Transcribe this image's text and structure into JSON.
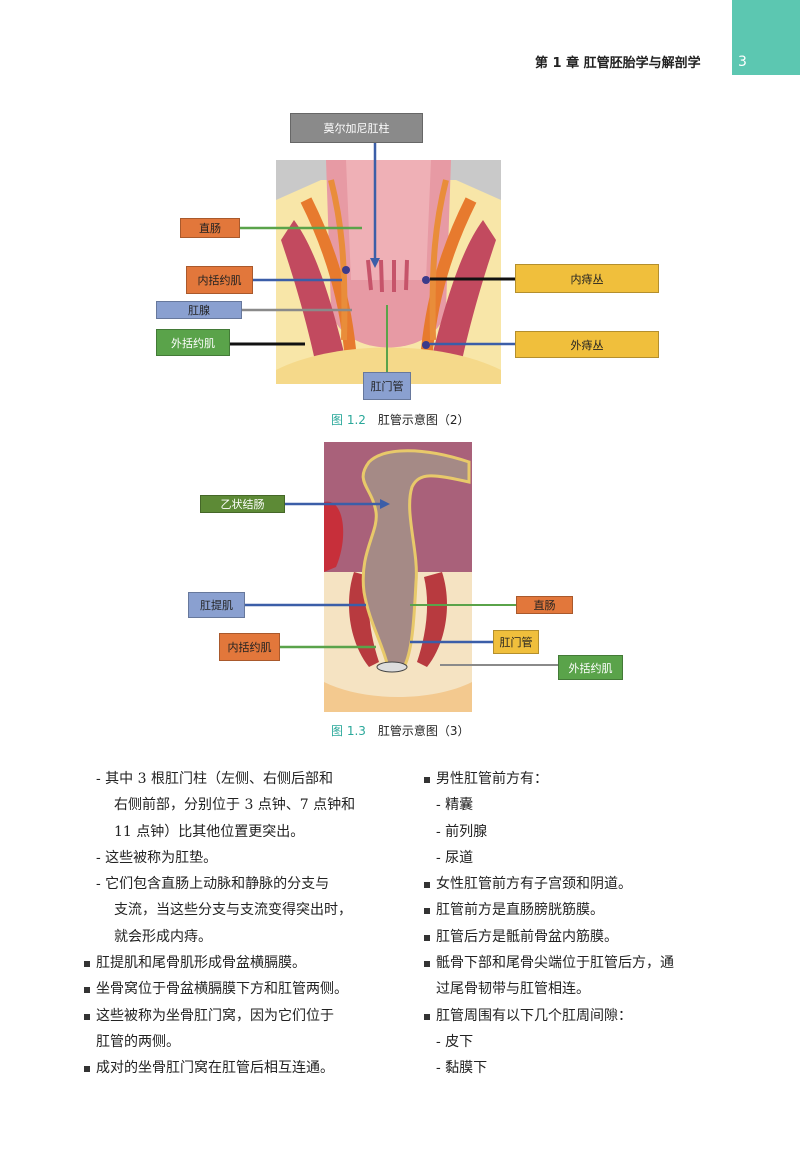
{
  "header": {
    "chapter_title": "第 1 章   肛管胚胎学与解剖学",
    "page_number": "3"
  },
  "colors": {
    "accent_teal": "#5cc7b1",
    "caption_teal": "#2aa89a"
  },
  "figure_1_2": {
    "caption_number": "图 1.2",
    "caption_text": "肛管示意图（2）",
    "labels": {
      "morgagni": "莫尔加尼肛柱",
      "rectum": "直肠",
      "internal_sphincter": "内括约肌",
      "anal_gland": "肛腺",
      "external_sphincter": "外括约肌",
      "anal_canal": "肛门管",
      "internal_plexus": "内痔丛",
      "external_plexus": "外痔丛"
    }
  },
  "figure_1_3": {
    "caption_number": "图 1.3",
    "caption_text": "肛管示意图（3）",
    "labels": {
      "sigmoid": "乙状结肠",
      "levator": "肛提肌",
      "rectum": "直肠",
      "internal_sphincter": "内括约肌",
      "anal_canal": "肛门管",
      "external_sphincter": "外括约肌"
    }
  },
  "body_left": [
    "- 其中 3 根肛门柱（左侧、右侧后部和",
    "右侧前部，分别位于 3 点钟、7 点钟和",
    "11 点钟）比其他位置更突出。",
    "- 这些被称为肛垫。",
    "- 它们包含直肠上动脉和静脉的分支与",
    "支流，当这些分支与支流变得突出时，",
    "就会形成内痔。",
    "肛提肌和尾骨肌形成骨盆横膈膜。",
    "坐骨窝位于骨盆横膈膜下方和肛管两侧。",
    "这些被称为坐骨肛门窝，因为它们位于",
    "肛管的两侧。",
    "成对的坐骨肛门窝在肛管后相互连通。"
  ],
  "body_right": [
    "男性肛管前方有：",
    "- 精囊",
    "- 前列腺",
    "- 尿道",
    "女性肛管前方有子宫颈和阴道。",
    "肛管前方是直肠膀胱筋膜。",
    "肛管后方是骶前骨盆内筋膜。",
    "骶骨下部和尾骨尖端位于肛管后方，通",
    "过尾骨韧带与肛管相连。",
    "肛管周围有以下几个肛周间隙：",
    "- 皮下",
    "- 黏膜下"
  ]
}
